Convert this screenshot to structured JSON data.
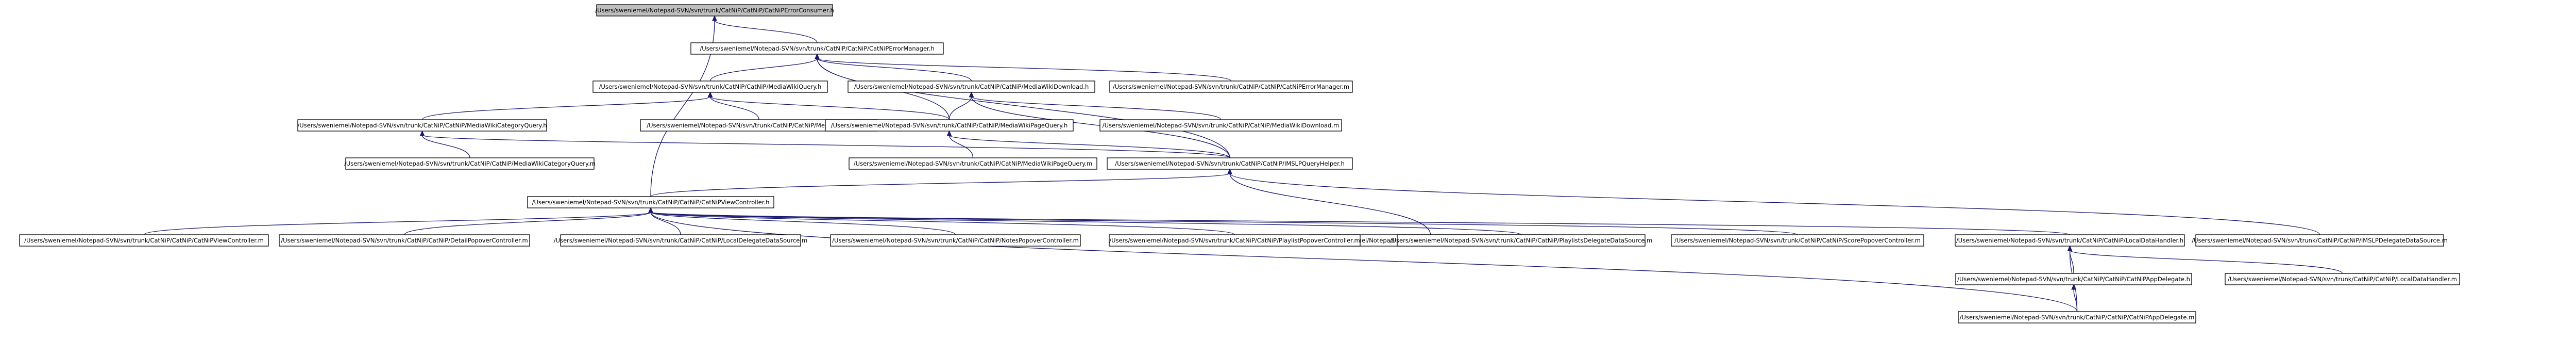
{
  "diagram": {
    "type": "include-dependency-graph",
    "colors": {
      "edge": "#191970",
      "node_border": "#000000",
      "root_fill": "#bfbfbf",
      "node_fill": "#ffffff"
    },
    "nodes": [
      {
        "id": "errorconsumer",
        "label": "/Users/sweniemel/Notepad-SVN/svn/trunk/CatNiP/CatNiP/CatNiPErrorConsumer.h",
        "root": true
      },
      {
        "id": "errormanager",
        "label": "/Users/sweniemel/Notepad-SVN/svn/trunk/CatNiP/CatNiP/CatNiPErrorManager.h"
      },
      {
        "id": "mediawikiquery_h",
        "label": "/Users/sweniemel/Notepad-SVN/svn/trunk/CatNiP/CatNiP/MediaWikiQuery.h"
      },
      {
        "id": "mediawikidownload_h",
        "label": "/Users/sweniemel/Notepad-SVN/svn/trunk/CatNiP/CatNiP/MediaWikiDownload.h"
      },
      {
        "id": "errormanager_m",
        "label": "/Users/sweniemel/Notepad-SVN/svn/trunk/CatNiP/CatNiP/CatNiPErrorManager.m"
      },
      {
        "id": "categoryquery_h",
        "label": "/Users/sweniemel/Notepad-SVN/svn/trunk/CatNiP/CatNiP/MediaWikiCategoryQuery.h"
      },
      {
        "id": "mediawikiquery_m",
        "label": "/Users/sweniemel/Notepad-SVN/svn/trunk/CatNiP/CatNiP/MediaWikiQuery.m"
      },
      {
        "id": "pagequery_h",
        "label": "/Users/sweniemel/Notepad-SVN/svn/trunk/CatNiP/CatNiP/MediaWikiPageQuery.h"
      },
      {
        "id": "mediawikidownload_m",
        "label": "/Users/sweniemel/Notepad-SVN/svn/trunk/CatNiP/CatNiP/MediaWikiDownload.m"
      },
      {
        "id": "categoryquery_m",
        "label": "/Users/sweniemel/Notepad-SVN/svn/trunk/CatNiP/CatNiP/MediaWikiCategoryQuery.m"
      },
      {
        "id": "pagequery_m",
        "label": "/Users/sweniemel/Notepad-SVN/svn/trunk/CatNiP/CatNiP/MediaWikiPageQuery.m"
      },
      {
        "id": "imslpqueryhelper_h",
        "label": "/Users/sweniemel/Notepad-SVN/svn/trunk/CatNiP/CatNiP/IMSLPQueryHelper.h"
      },
      {
        "id": "viewcontroller_h",
        "label": "/Users/sweniemel/Notepad-SVN/svn/trunk/CatNiP/CatNiP/CatNiPViewController.h"
      },
      {
        "id": "imslpqueryhelper_m",
        "label": "/Users/sweniemel/Notepad-SVN/svn/trunk/CatNiP/CatNiP/IMSLPQueryHelper.m"
      },
      {
        "id": "viewcontroller_m",
        "label": "/Users/sweniemel/Notepad-SVN/svn/trunk/CatNiP/CatNiP/CatNiPViewController.m"
      },
      {
        "id": "detailpopover_m",
        "label": "/Users/sweniemel/Notepad-SVN/svn/trunk/CatNiP/CatNiP/DetailPopoverController.m"
      },
      {
        "id": "localdelegate_m",
        "label": "/Users/sweniemel/Notepad-SVN/svn/trunk/CatNiP/CatNiP/LocalDelegateDataSource.m"
      },
      {
        "id": "notespopover_m",
        "label": "/Users/sweniemel/Notepad-SVN/svn/trunk/CatNiP/CatNiP/NotesPopoverController.m"
      },
      {
        "id": "playlistpopover_m",
        "label": "/Users/sweniemel/Notepad-SVN/svn/trunk/CatNiP/CatNiP/PlaylistPopoverController.m"
      },
      {
        "id": "playlistsdelegate_m",
        "label": "/Users/sweniemel/Notepad-SVN/svn/trunk/CatNiP/CatNiP/PlaylistsDelegateDataSource.m"
      },
      {
        "id": "scorepopover_m",
        "label": "/Users/sweniemel/Notepad-SVN/svn/trunk/CatNiP/CatNiP/ScorePopoverController.m"
      },
      {
        "id": "localdatahandler_h",
        "label": "/Users/sweniemel/Notepad-SVN/svn/trunk/CatNiP/CatNiP/LocalDataHandler.h"
      },
      {
        "id": "imslpdelegate_m",
        "label": "/Users/sweniemel/Notepad-SVN/svn/trunk/CatNiP/CatNiP/IMSLPDelegateDataSource.m"
      },
      {
        "id": "appdelegate_h",
        "label": "/Users/sweniemel/Notepad-SVN/svn/trunk/CatNiP/CatNiP/CatNiPAppDelegate.h"
      },
      {
        "id": "localdatahandler_m",
        "label": "/Users/sweniemel/Notepad-SVN/svn/trunk/CatNiP/CatNiP/LocalDataHandler.m"
      },
      {
        "id": "appdelegate_m",
        "label": "/Users/sweniemel/Notepad-SVN/svn/trunk/CatNiP/CatNiP/CatNiPAppDelegate.m"
      }
    ]
  }
}
